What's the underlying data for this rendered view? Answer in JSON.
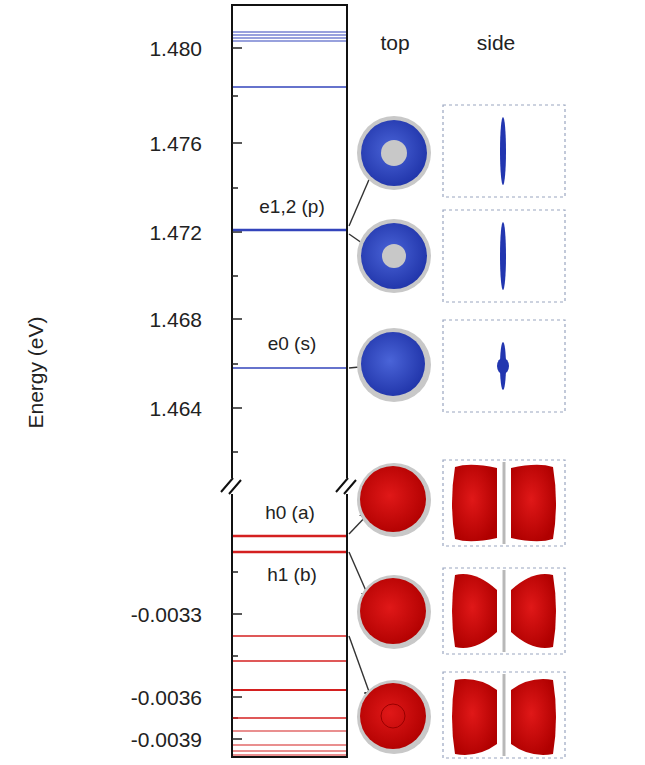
{
  "diagram": {
    "labels": [
      "Energy (eV)",
      "1.480",
      "1.476",
      "1.472",
      "1.468",
      "1.464",
      "-0.0033",
      "-0.0036",
      "-0.0039",
      "top",
      "side",
      "e1,2 (p)",
      "e0 (s)",
      "h0 (a)",
      "h1 (b)"
    ]
  }
}
